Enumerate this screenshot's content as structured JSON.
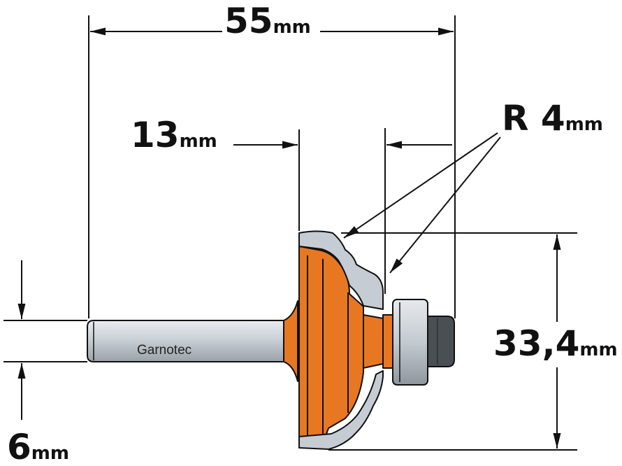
{
  "dimensions": {
    "overall_length": {
      "value": "55",
      "unit": "mm"
    },
    "cutting_length": {
      "value": "13",
      "unit": "mm"
    },
    "radius": {
      "value": "R 4",
      "unit": "mm"
    },
    "cutting_diameter": {
      "value": "33,4",
      "unit": "mm"
    },
    "shank_diameter": {
      "value": "6",
      "unit": "mm"
    }
  },
  "shank_label": "Garnotec",
  "colors": {
    "body_orange": "#e87722",
    "steel_grey": "#c5ccd3",
    "steel_dark": "#8e969d",
    "bearing_dark": "#4a4f54",
    "line": "#111111"
  }
}
